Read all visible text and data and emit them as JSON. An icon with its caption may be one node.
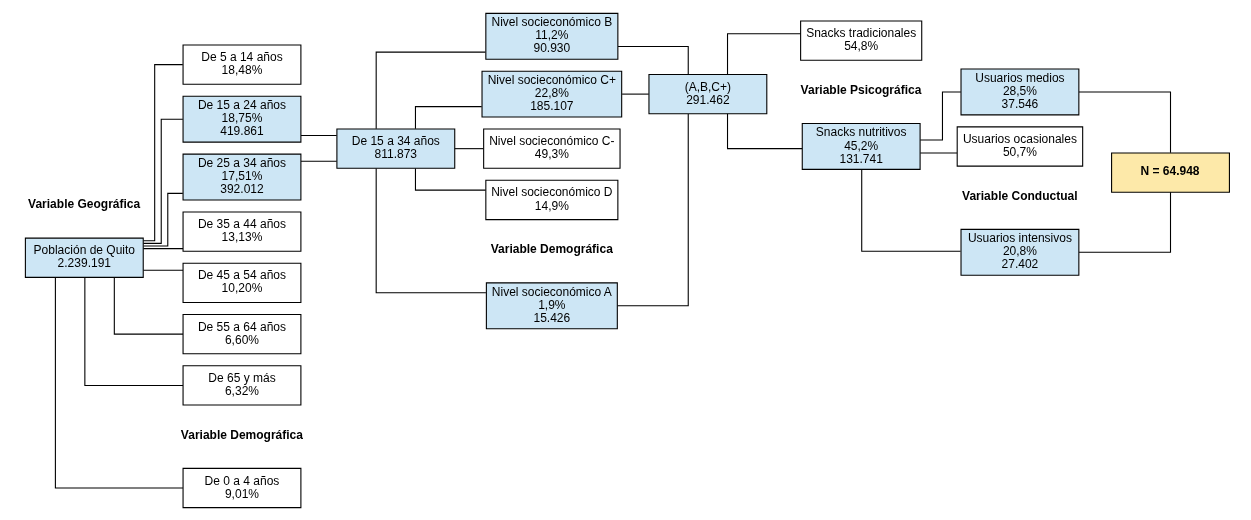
{
  "diagram": {
    "nodes": [
      {
        "text": [
          "Población de Quito",
          "2.239.191"
        ]
      },
      {
        "text": [
          "De 0 a 4 años",
          "9,01%"
        ]
      },
      {
        "text": [
          "De 5 a 14 años",
          "18,48%"
        ]
      },
      {
        "text": [
          "De 15 a 24 años",
          "18,75%",
          "419.861"
        ]
      },
      {
        "text": [
          "De 25 a 34 años",
          "17,51%",
          "392.012"
        ]
      },
      {
        "text": [
          "De 35 a 44 años",
          "13,13%"
        ]
      },
      {
        "text": [
          "De 45 a 54 años",
          "10,20%"
        ]
      },
      {
        "text": [
          "De 55 a 64 años",
          "6,60%"
        ]
      },
      {
        "text": [
          "De 65 y más",
          "6,32%"
        ]
      },
      {
        "text": [
          "De 15 a 34 años",
          "811.873"
        ]
      },
      {
        "text": [
          "Nivel socieconómico A",
          "1,9%",
          "15.426"
        ]
      },
      {
        "text": [
          "Nivel socieconómico B",
          "11,2%",
          "90.930"
        ]
      },
      {
        "text": [
          "Nivel socieconómico C+",
          "22,8%",
          "185.107"
        ]
      },
      {
        "text": [
          "Nivel socieconómico C-",
          "49,3%"
        ]
      },
      {
        "text": [
          "Nivel socieconómico D",
          "14,9%"
        ]
      },
      {
        "text": [
          "(A,B,C+)",
          "291.462"
        ]
      },
      {
        "text": [
          "Snacks nutritivos",
          "45,2%",
          "131.741"
        ]
      },
      {
        "text": [
          "Snacks tradicionales",
          "54,8%"
        ]
      },
      {
        "text": [
          "Usuarios intensivos",
          "20,8%",
          "27.402"
        ]
      },
      {
        "text": [
          "Usuarios medios",
          "28,5%",
          "37.546"
        ]
      },
      {
        "text": [
          "Usuarios ocasionales",
          "50,7%"
        ]
      },
      {
        "text": [
          "N = 64.948"
        ]
      }
    ],
    "edges": [
      {
        "from": 0,
        "to": 1,
        "arrow": "none"
      },
      {
        "from": 0,
        "to": 2,
        "arrow": "none"
      },
      {
        "from": 0,
        "to": 3,
        "arrow": "none"
      },
      {
        "from": 0,
        "to": 4,
        "arrow": "none"
      },
      {
        "from": 0,
        "to": 5,
        "arrow": "none"
      },
      {
        "from": 0,
        "to": 6,
        "arrow": "none"
      },
      {
        "from": 0,
        "to": 7,
        "arrow": "none"
      },
      {
        "from": 0,
        "to": 8,
        "arrow": "none"
      },
      {
        "from": 3,
        "to": 9,
        "arrow": "none"
      },
      {
        "from": 4,
        "to": 9,
        "arrow": "none"
      },
      {
        "from": 9,
        "to": 10,
        "arrow": "none"
      },
      {
        "from": 9,
        "to": 11,
        "arrow": "none"
      },
      {
        "from": 9,
        "to": 12,
        "arrow": "none"
      },
      {
        "from": 9,
        "to": 13,
        "arrow": "none"
      },
      {
        "from": 9,
        "to": 14,
        "arrow": "none"
      },
      {
        "from": 10,
        "to": 15,
        "arrow": "none"
      },
      {
        "from": 11,
        "to": 15,
        "arrow": "none"
      },
      {
        "from": 12,
        "to": 15,
        "arrow": "none"
      },
      {
        "from": 15,
        "to": 16,
        "arrow": "none"
      },
      {
        "from": 15,
        "to": 17,
        "arrow": "none"
      },
      {
        "from": 16,
        "to": 18,
        "arrow": "none"
      },
      {
        "from": 16,
        "to": 19,
        "arrow": "none"
      },
      {
        "from": 16,
        "to": 20,
        "arrow": "none"
      },
      {
        "from": 18,
        "to": 21,
        "arrow": "none"
      },
      {
        "from": 19,
        "to": 21,
        "arrow": "none"
      }
    ],
    "labels": [
      "Variable Geográfica",
      "Variable Demográfica",
      "Variable Demográfica",
      "Variable Psicográfica",
      "Variable Conductual"
    ]
  }
}
